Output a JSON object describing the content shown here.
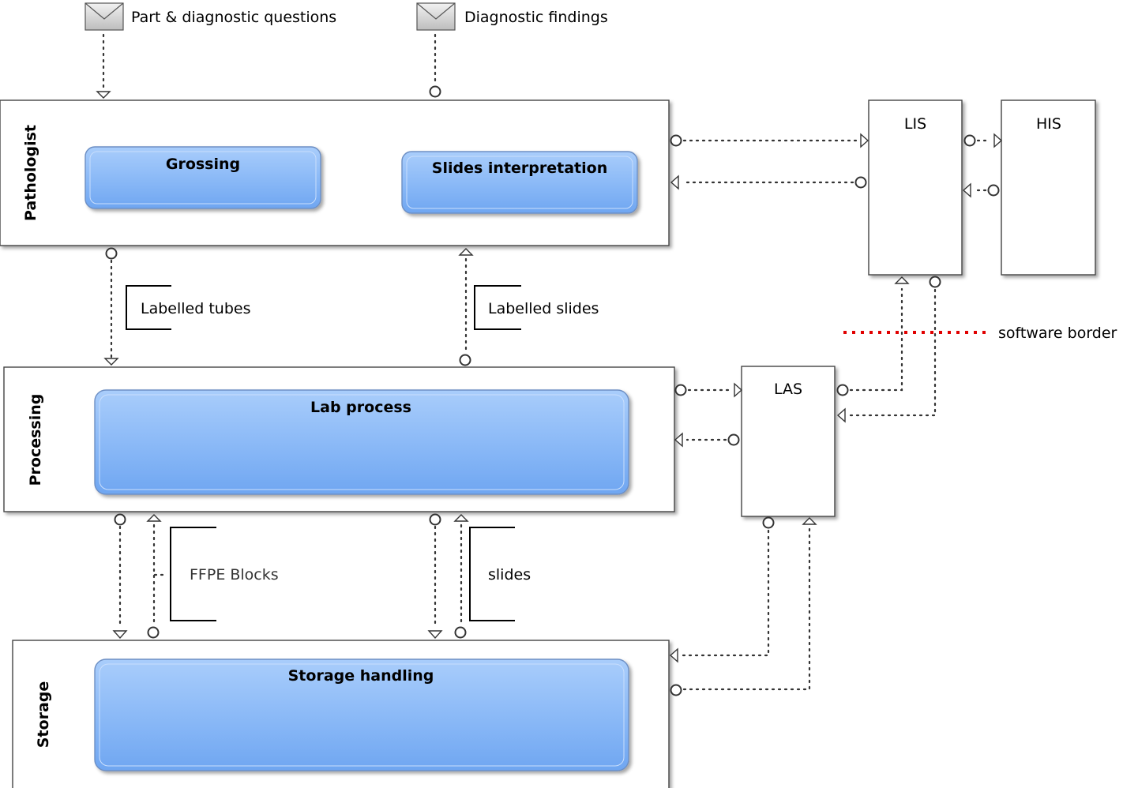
{
  "messages": {
    "part_questions": "Part & diagnostic questions",
    "diagnostic_findings": "Diagnostic findings"
  },
  "pools": {
    "pathologist": "Pathologist",
    "processing": "Processing",
    "storage": "Storage"
  },
  "tasks": {
    "grossing": "Grossing",
    "slides_interpretation": "Slides interpretation",
    "lab_process": "Lab process",
    "storage_handling": "Storage handling"
  },
  "systems": {
    "lis": "LIS",
    "his": "HIS",
    "las": "LAS"
  },
  "data_objects": {
    "labelled_tubes": "Labelled tubes",
    "labelled_slides": "Labelled slides",
    "ffpe_blocks": "FFPE Blocks",
    "slides": "slides"
  },
  "software_border": "software border",
  "colors": {
    "task_fill_top": "#a9cdfb",
    "task_fill_bottom": "#79adf4",
    "task_stroke": "#6d8fc4",
    "software_border": "#e00000"
  }
}
